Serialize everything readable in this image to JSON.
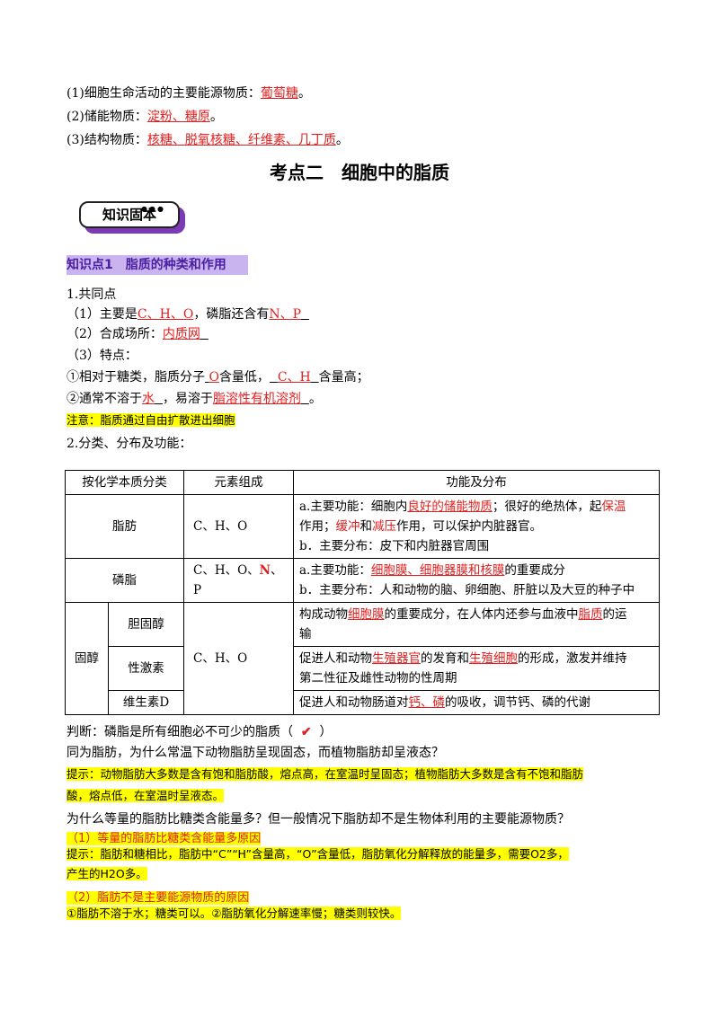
{
  "top_list": [
    {
      "prefix": "(1)细胞生命活动的主要能源物质：",
      "answer": "葡萄糖",
      "suffix": "。"
    },
    {
      "prefix": "(2)储能物质：",
      "answer": "淀粉、糖原",
      "suffix": "。"
    },
    {
      "prefix": "(3)结构物质：",
      "answer": "核糖、脱氧核糖、纤维素、几丁质",
      "suffix": "。"
    }
  ],
  "section_title": "考点二　细胞中的脂质",
  "badge_label": "知识固本",
  "knowledge_point": "知识点1　脂质的种类和作用",
  "common": {
    "heading": "1.共同点",
    "l1_a": "（1）主要是",
    "l1_ans1": "C、H、O",
    "l1_b": "，磷脂还含有",
    "l1_ans2": "N、P",
    "l2_a": "（2）合成场所：",
    "l2_ans": "内质网",
    "l3": "（3）特点：",
    "l4_a": "①相对于糖类，脂质分子",
    "l4_ans1": "O",
    "l4_b": "含量低，",
    "l4_ans2": "C、H",
    "l4_c": "含量高；",
    "l5_a": "②通常不溶于",
    "l5_ans1": "水",
    "l5_b": "，易溶于",
    "l5_ans2": "脂溶性有机溶剂",
    "l5_c": "。",
    "note": "注意：脂质通过自由扩散进出细胞"
  },
  "classify_heading": "2.分类、分布及功能：",
  "table": {
    "headers": [
      "按化学本质分类",
      "元素组成",
      "功能及分布"
    ],
    "fat": {
      "name": "脂肪",
      "elements": "C、H、O",
      "a1": "a.主要功能：细胞内",
      "a1_ans": "良好的储能物质",
      "a2": "；很好的绝热体，起",
      "a2_ans": "保温",
      "a3": "作用；",
      "a3_ans1": "缓冲",
      "a3_b": "和",
      "a3_ans2": "减压",
      "a3_c": "作用，可以保护内脏器官。",
      "b": "b．主要分布：皮下和内脏器官周围"
    },
    "phospholipid": {
      "name": "磷脂",
      "el_a": "C、H、O、",
      "el_n": "N",
      "el_b": "、P",
      "a1": "a.主要功能：",
      "a1_ans": "细胞膜、细胞器膜和核膜",
      "a2": "的重要成分",
      "b": "b．主要分布：人和动物的脑、卵细胞、肝脏以及大豆的种子中"
    },
    "sterol": {
      "name": "固醇",
      "elements": "C、H、O",
      "cholesterol": {
        "name": "胆固醇",
        "t1": "构成动物",
        "t1_ans": "细胞膜",
        "t2": "的重要成分，在人体内还参与血液中",
        "t2_ans": "脂质",
        "t3": "的运",
        "t4": "输"
      },
      "sex_hormone": {
        "name": "性激素",
        "t1": "促进人和动物",
        "t1_ans": "生殖器官",
        "t2": "的发育和",
        "t2_ans": "生殖细胞",
        "t3": "的形成，激发并维持",
        "t4": "第二性征及雌性动物的性周期"
      },
      "vitamin_d": {
        "name": "维生素D",
        "t1": "促进人和动物肠道对",
        "t1_ans": "钙、磷",
        "t2": "的吸收，调节钙、磷的代谢"
      }
    }
  },
  "judge": {
    "text_a": "判断：磷脂是所有细胞必不可少的脂质（",
    "mark": "✔",
    "text_b": "）"
  },
  "q1": "同为脂肪，为什么常温下动物脂肪呈现固态，而植物脂肪却呈液态？",
  "tip1_l1": "提示：动物脂肪大多数是含有饱和脂肪酸，熔点高，在室温时呈固态；植物脂肪大多数是含有不饱和脂肪",
  "tip1_l2": "酸，熔点低，在室温时呈液态。",
  "q2": "为什么等量的脂肪比糖类含能量多？但一般情况下脂肪却不是生物体利用的主要能源物质？",
  "sub1": "（1）等量的脂肪比糖类含能量多原因",
  "tip2_l1": "提示：脂肪和糖相比，脂肪中“C”“H”含量高，“O”含量低，脂肪氧化分解释放的能量多，需要O2多，",
  "tip2_l2": "产生的H2O多。",
  "sub2": "（2）脂肪不是主要能源物质的原因",
  "tip3": "①脂肪不溶于水；糖类可以。②脂肪氧化分解速率慢；糖类则较快。"
}
